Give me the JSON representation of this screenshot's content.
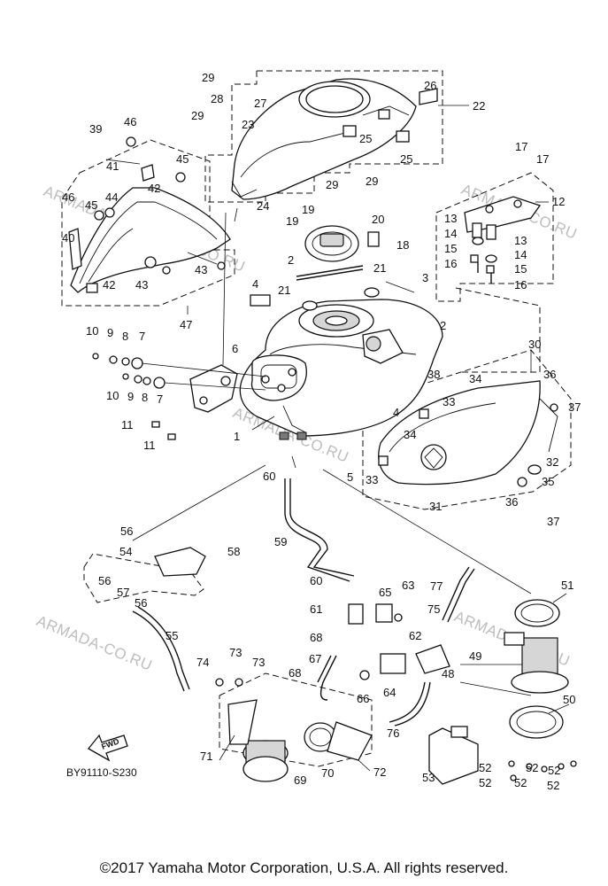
{
  "watermarks": [
    "ARMADA-CO.RU",
    "ARMADA-CO.RU",
    "ARMADA-CO.RU",
    "ARMADA-CO.RU",
    "ARMADA-CO.RU",
    "ARMADA-CO.RU"
  ],
  "diagram_code": "BY91110-S230",
  "fwd_label": "FWD",
  "copyright": "©2017 Yamaha Motor Corporation, U.S.A. All rights reserved.",
  "callouts": [
    "1",
    "2",
    "2",
    "3",
    "4",
    "4",
    "5",
    "6",
    "7",
    "7",
    "8",
    "8",
    "9",
    "9",
    "10",
    "10",
    "11",
    "11",
    "12",
    "13",
    "13",
    "14",
    "14",
    "15",
    "15",
    "16",
    "16",
    "17",
    "17",
    "18",
    "19",
    "19",
    "20",
    "21",
    "21",
    "22",
    "23",
    "24",
    "25",
    "25",
    "26",
    "27",
    "28",
    "29",
    "29",
    "29",
    "29",
    "30",
    "31",
    "32",
    "33",
    "33",
    "34",
    "34",
    "35",
    "36",
    "36",
    "37",
    "37",
    "38",
    "39",
    "40",
    "41",
    "42",
    "42",
    "43",
    "43",
    "44",
    "45",
    "45",
    "46",
    "46",
    "47",
    "48",
    "49",
    "50",
    "51",
    "52",
    "52",
    "52",
    "52",
    "52",
    "52",
    "53",
    "54",
    "55",
    "56",
    "56",
    "56",
    "57",
    "58",
    "59",
    "60",
    "60",
    "61",
    "62",
    "63",
    "64",
    "65",
    "66",
    "67",
    "68",
    "68",
    "69",
    "70",
    "71",
    "72",
    "73",
    "73",
    "74",
    "75",
    "76",
    "77"
  ]
}
